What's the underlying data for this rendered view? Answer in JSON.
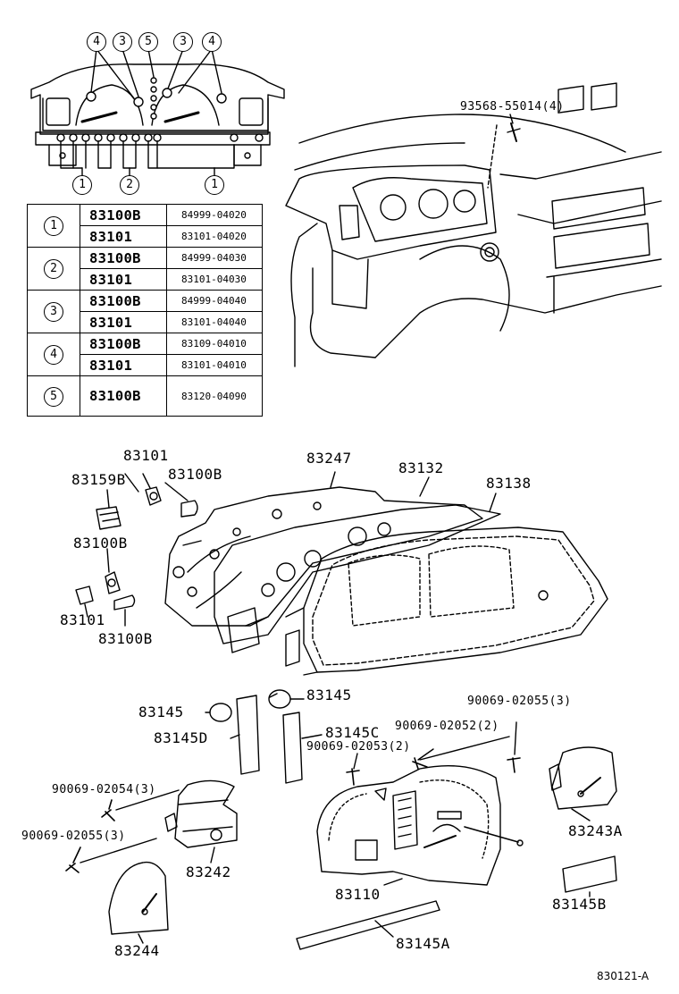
{
  "callouts_top": {
    "c4a": "4",
    "c3a": "3",
    "c5": "5",
    "c3b": "3",
    "c4b": "4",
    "c1a": "1",
    "c2": "2",
    "c1b": "1"
  },
  "table": [
    {
      "group": "1",
      "rows": [
        [
          "83100B",
          "84999-04020"
        ],
        [
          "83101",
          "83101-04020"
        ]
      ]
    },
    {
      "group": "2",
      "rows": [
        [
          "83100B",
          "84999-04030"
        ],
        [
          "83101",
          "83101-04030"
        ]
      ]
    },
    {
      "group": "3",
      "rows": [
        [
          "83100B",
          "84999-04040"
        ],
        [
          "83101",
          "83101-04040"
        ]
      ]
    },
    {
      "group": "4",
      "rows": [
        [
          "83100B",
          "83109-04010"
        ],
        [
          "83101",
          "83101-04010"
        ]
      ]
    },
    {
      "group": "5",
      "rows": [
        [
          "83100B",
          "83120-04090"
        ]
      ]
    }
  ],
  "labels": {
    "screw_top": "93568-55014(4)",
    "p83101_a": "83101",
    "p83159B": "83159B",
    "p83100B_a": "83100B",
    "p83247": "83247",
    "p83132": "83132",
    "p83138": "83138",
    "p83100B_b": "83100B",
    "p83101_b": "83101",
    "p83100B_c": "83100B",
    "p83145_a": "83145",
    "p83145_b": "83145",
    "p83145D": "83145D",
    "p83145C": "83145C",
    "s02055_a": "90069-02055(3)",
    "s02052": "90069-02052(2)",
    "s02053": "90069-02053(2)",
    "s02054": "90069-02054(3)",
    "s02055_b": "90069-02055(3)",
    "p83243A": "83243A",
    "p83242": "83242",
    "p83110": "83110",
    "p83145B": "83145B",
    "p83244": "83244",
    "p83145A": "83145A"
  },
  "drawing_code": "830121-A"
}
